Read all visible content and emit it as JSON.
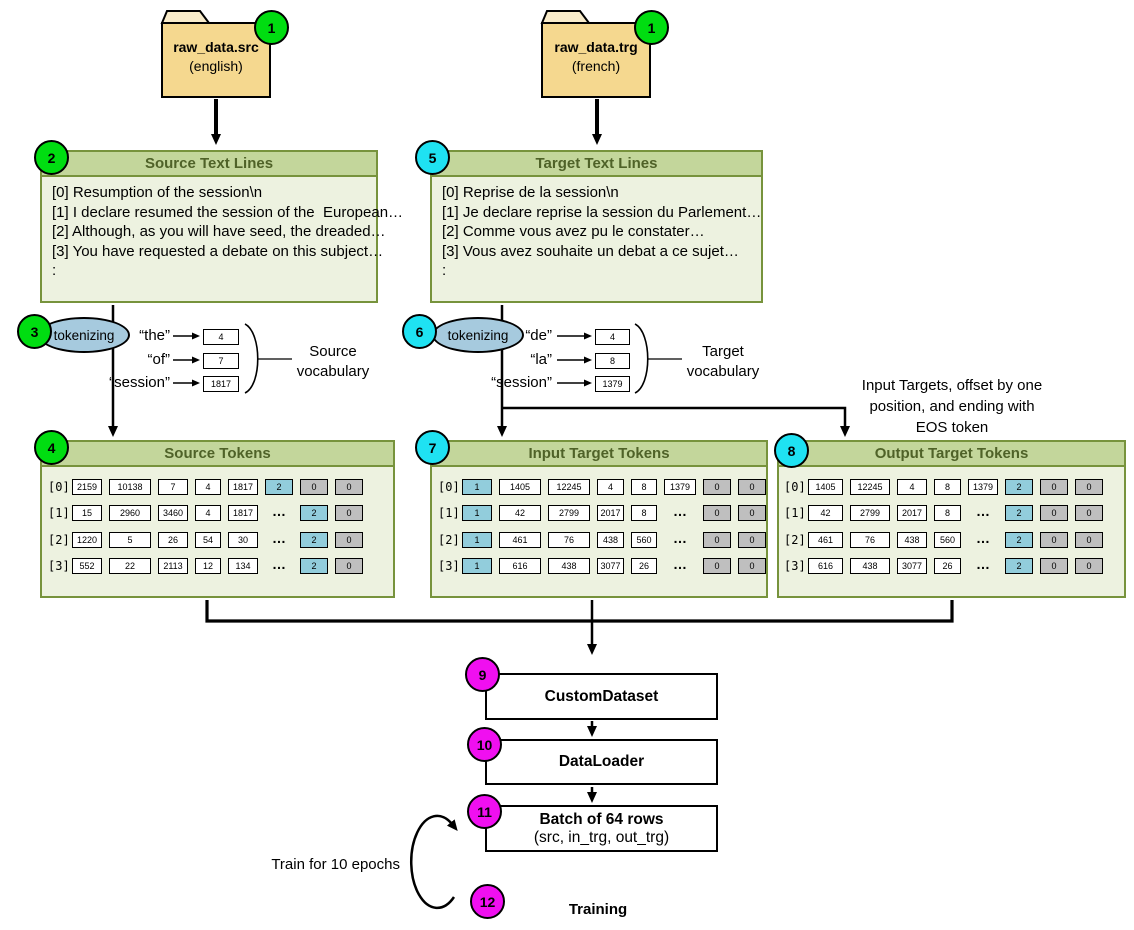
{
  "folders": {
    "left": {
      "name": "raw_data.src",
      "lang": "(english)",
      "badge": "1"
    },
    "right": {
      "name": "raw_data.trg",
      "lang": "(french)",
      "badge": "1"
    }
  },
  "text_boxes": {
    "source": {
      "badge": "2",
      "title": "Source Text Lines",
      "lines": [
        "[0] Resumption of the session\\n",
        "[1] I declare resumed the session of the  European…",
        "[2] Although, as you will have seed, the dreaded…",
        "[3] You have requested a debate on this subject…",
        ":"
      ]
    },
    "target": {
      "badge": "5",
      "title": "Target Text Lines",
      "lines": [
        "[0] Reprise de la session\\n",
        "[1] Je declare reprise la session du Parlement…",
        "[2] Comme vous avez pu le constater…",
        "[3] Vous avez souhaite un debat a ce sujet…",
        ":"
      ]
    }
  },
  "tokenizing": {
    "left": {
      "badge": "3",
      "label": "tokenizing",
      "pairs": [
        {
          "word": "“the”",
          "id": "4"
        },
        {
          "word": "“of”",
          "id": "7"
        },
        {
          "word": "“session”",
          "id": "1817"
        }
      ],
      "vocab": [
        "Source",
        "vocabulary"
      ]
    },
    "right": {
      "badge": "6",
      "label": "tokenizing",
      "pairs": [
        {
          "word": "“de”",
          "id": "4"
        },
        {
          "word": "“la”",
          "id": "8"
        },
        {
          "word": "“session”",
          "id": "1379"
        }
      ],
      "vocab": [
        "Target",
        "vocabulary"
      ]
    }
  },
  "annotation": {
    "lines": [
      "Input Targets, offset by one",
      "position, and ending with",
      "EOS token"
    ]
  },
  "token_tables": {
    "source": {
      "badge": "4",
      "title": "Source Tokens",
      "rows": [
        {
          "label": "[0]",
          "c": [
            "2159",
            "10138",
            "7",
            "4",
            "1817",
            "2",
            "0",
            "0"
          ]
        },
        {
          "label": "[1]",
          "c": [
            "15",
            "2960",
            "3460",
            "4",
            "1817",
            "…",
            "2",
            "0"
          ]
        },
        {
          "label": "[2]",
          "c": [
            "1220",
            "5",
            "26",
            "54",
            "30",
            "…",
            "2",
            "0"
          ]
        },
        {
          "label": "[3]",
          "c": [
            "552",
            "22",
            "2113",
            "12",
            "134",
            "…",
            "2",
            "0"
          ]
        }
      ]
    },
    "input": {
      "badge": "7",
      "title": "Input Target Tokens",
      "rows": [
        {
          "label": "[0]",
          "c": [
            "1",
            "1405",
            "12245",
            "4",
            "8",
            "1379",
            "0",
            "0"
          ]
        },
        {
          "label": "[1]",
          "c": [
            "1",
            "42",
            "2799",
            "2017",
            "8",
            "…",
            "0",
            "0"
          ]
        },
        {
          "label": "[2]",
          "c": [
            "1",
            "461",
            "76",
            "438",
            "560",
            "…",
            "0",
            "0"
          ]
        },
        {
          "label": "[3]",
          "c": [
            "1",
            "616",
            "438",
            "3077",
            "26",
            "…",
            "0",
            "0"
          ]
        }
      ]
    },
    "output": {
      "badge": "8",
      "title": "Output Target Tokens",
      "rows": [
        {
          "label": "[0]",
          "c": [
            "1405",
            "12245",
            "4",
            "8",
            "1379",
            "2",
            "0",
            "0"
          ]
        },
        {
          "label": "[1]",
          "c": [
            "42",
            "2799",
            "2017",
            "8",
            "…",
            "2",
            "0",
            "0"
          ]
        },
        {
          "label": "[2]",
          "c": [
            "461",
            "76",
            "438",
            "560",
            "…",
            "2",
            "0",
            "0"
          ]
        },
        {
          "label": "[3]",
          "c": [
            "616",
            "438",
            "3077",
            "26",
            "…",
            "2",
            "0",
            "0"
          ]
        }
      ]
    }
  },
  "pipeline": {
    "custom_dataset": {
      "badge": "9",
      "label": "CustomDataset"
    },
    "data_loader": {
      "badge": "10",
      "label": "DataLoader"
    },
    "batch": {
      "badge": "11",
      "line1": "Batch of 64 rows",
      "line2": "(src, in_trg, out_trg)"
    },
    "training": {
      "badge": "12",
      "label": "Training"
    },
    "loop_label": "Train for 10 epochs"
  },
  "colors": {
    "badge_green": "#00dd11",
    "badge_cyan": "#1fe2f2",
    "badge_magenta": "#f00ff0",
    "header_bg": "#c3d69b",
    "box_border": "#77933c",
    "title_text": "#4f6228",
    "cell_blue": "#92cddc",
    "cell_gray": "#bfbfbf",
    "folder_body": "#f5d88f",
    "folder_tab": "#f9ecca",
    "ellipse_blue": "#a6cade"
  }
}
